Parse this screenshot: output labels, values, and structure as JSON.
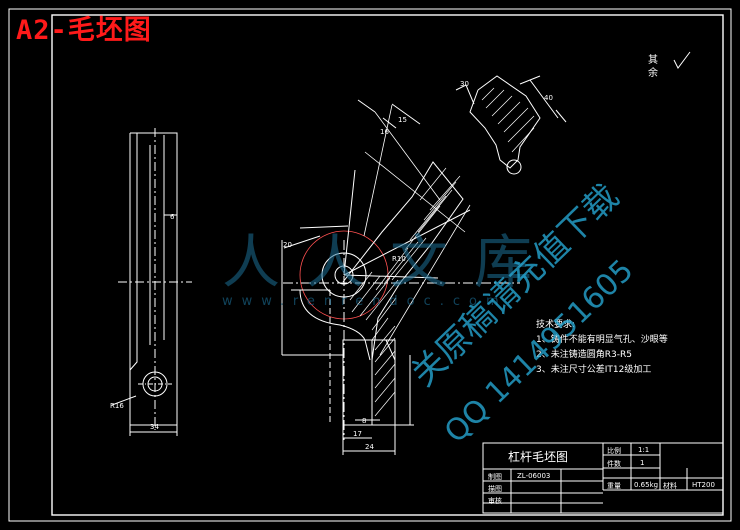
{
  "heading": "A2-毛坯图",
  "surface_note": {
    "label": "其余"
  },
  "tech_requirements": {
    "title": "技术要求:",
    "items": [
      "1、铸件不能有明显气孔、沙眼等",
      "2、未注铸造圆角R3-R5",
      "3、未注尺寸公差IT12级加工"
    ]
  },
  "title_block": {
    "part_name": "杠杆毛坯图",
    "drawing_no": "ZL-06003",
    "rows": [
      {
        "label": "制图"
      },
      {
        "label": "描图"
      },
      {
        "label": "审核"
      }
    ],
    "fields": [
      {
        "label": "比例",
        "value": "1:1"
      },
      {
        "label": "件数",
        "value": "1"
      },
      {
        "label": "重量",
        "value": "0.65kg"
      },
      {
        "label": "材料",
        "value": "HT200"
      }
    ]
  },
  "dimensions": [
    "R16",
    "34",
    "17",
    "24",
    "8",
    "6",
    "20",
    "15",
    "16",
    "R10",
    "40",
    "30"
  ],
  "watermark": {
    "line1": "关原稿请充值下载",
    "line2": "QQ 1414951605",
    "logo": "人人文库",
    "url": "www.renrendoc.com"
  }
}
